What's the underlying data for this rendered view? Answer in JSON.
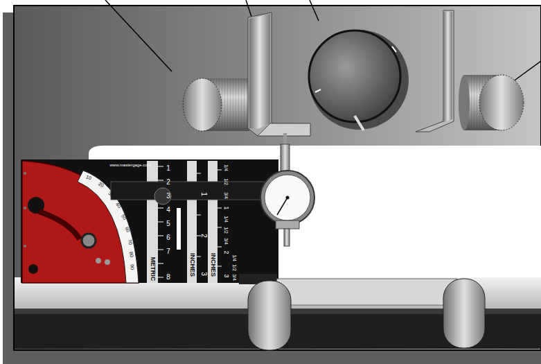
{
  "diagram": {
    "labels": [
      "METRIC",
      "INCHES",
      "INCHES",
      "1",
      "2",
      "3",
      "4",
      "5",
      "6",
      "7",
      "8",
      "1",
      "2",
      "3",
      "1/4",
      "1/2",
      "3/4",
      "1",
      "1/4",
      "1/2",
      "3/4",
      "2",
      "1/4",
      "1/2",
      "3/4",
      "3",
      "10",
      "20",
      "30",
      "40",
      "50",
      "60",
      "70",
      "80",
      "90",
      "www.mastergage.com"
    ]
  }
}
